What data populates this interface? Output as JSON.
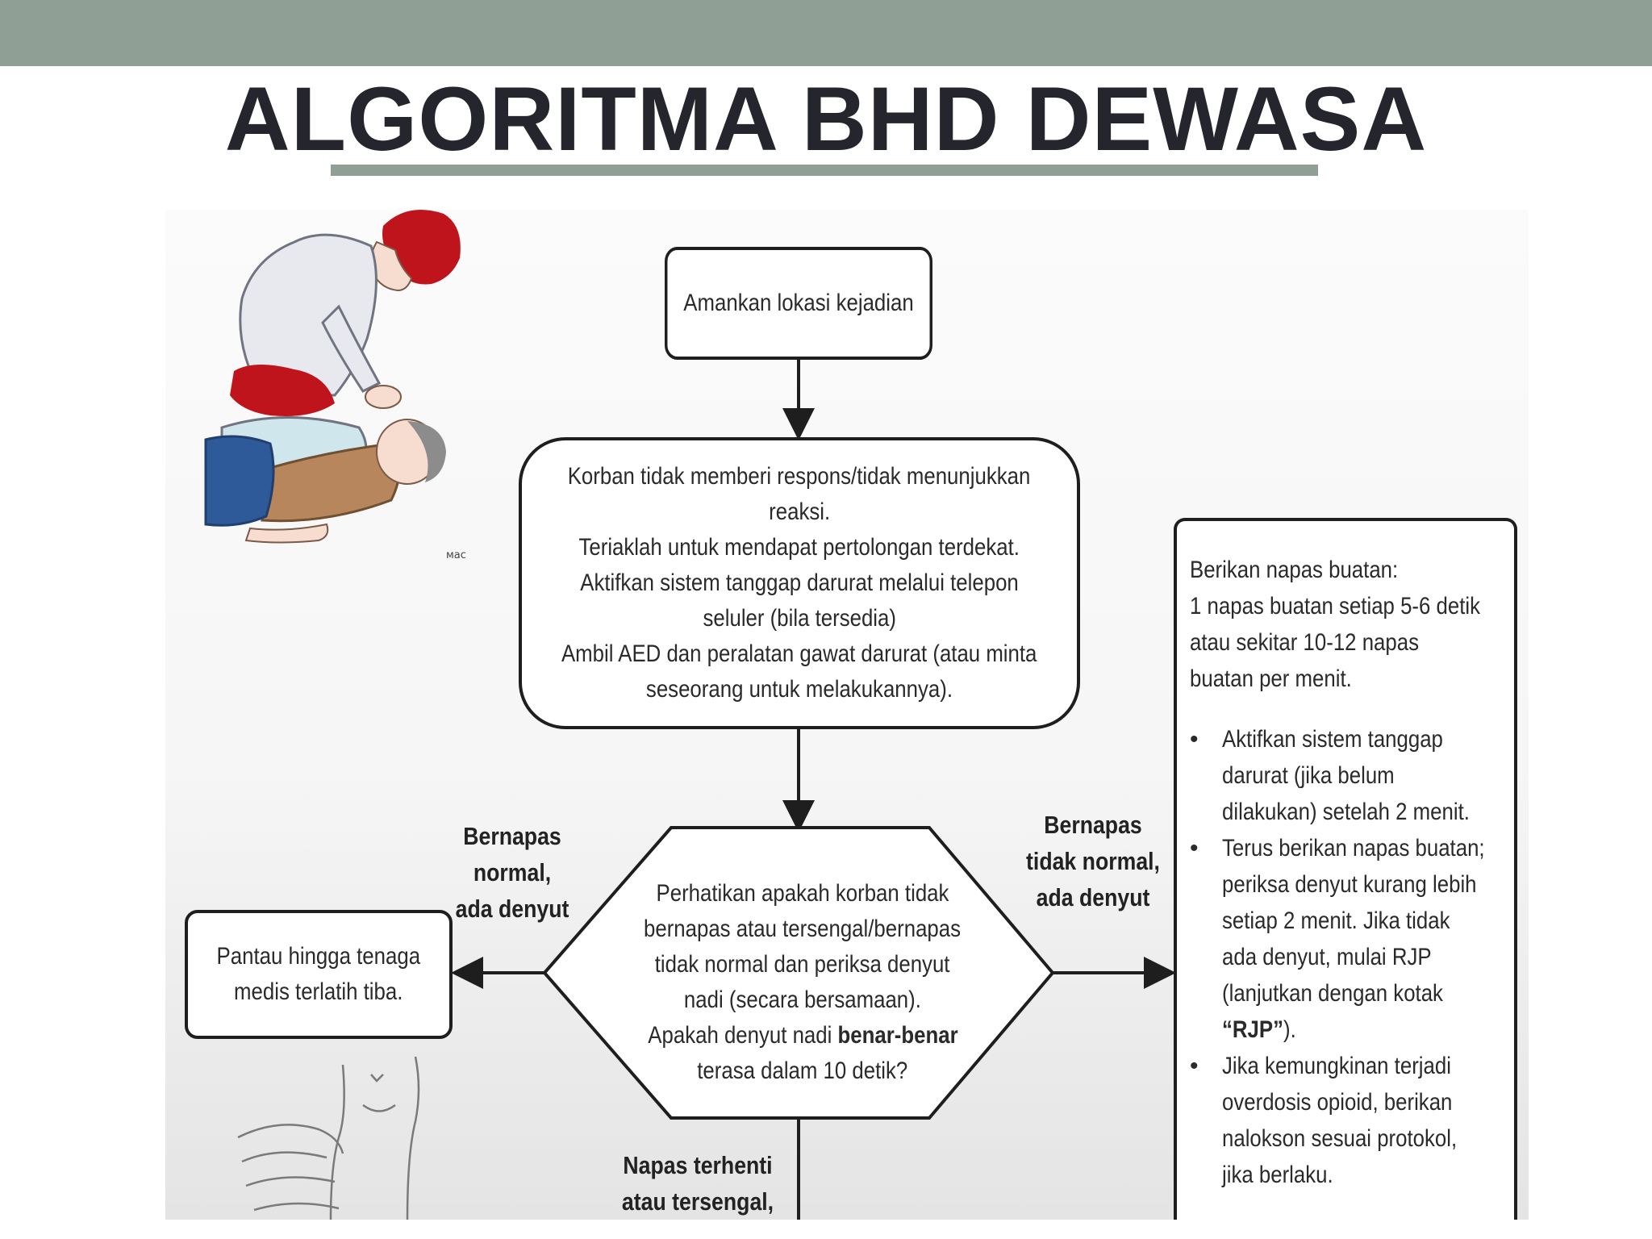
{
  "slide": {
    "title": "ALGORITMA BHD DEWASA"
  },
  "colors": {
    "band": "#909f95",
    "title": "#25262d",
    "stroke": "#1e1e1e"
  },
  "flowchart": {
    "start_box": "Amankan lokasi kejadian",
    "respond_box": [
      "Korban tidak memberi respons/tidak menunjukkan",
      "reaksi.",
      "Teriaklah untuk mendapat pertolongan terdekat.",
      "Aktifkan sistem tanggap darurat melalui telepon",
      "seluler (bila tersedia)",
      "Ambil AED dan peralatan gawat darurat (atau minta",
      "seseorang untuk melakukannya)."
    ],
    "decision": {
      "lines": [
        "Perhatikan apakah korban tidak",
        "bernapas atau tersengal/bernapas",
        "tidak normal dan periksa denyut",
        "nadi (secara bersamaan)."
      ],
      "question_prefix": "Apakah denyut nadi ",
      "question_bold": "benar-benar",
      "question_end": "terasa dalam 10 detik?"
    },
    "label_left": [
      "Bernapas",
      "normal,",
      "ada denyut"
    ],
    "label_right": [
      "Bernapas",
      "tidak normal,",
      "ada denyut"
    ],
    "label_bottom": [
      "Napas terhenti",
      "atau tersengal,"
    ],
    "monitor_box": [
      "Pantau hingga tenaga",
      "medis terlatih tiba."
    ],
    "rescue_box": {
      "intro": [
        "Berikan napas buatan:",
        "1 napas buatan setiap 5-6 detik",
        "atau sekitar 10-12 napas",
        "buatan per menit."
      ],
      "bullet_symbol": "•",
      "bullets": [
        [
          "Aktifkan sistem tanggap",
          "darurat (jika belum",
          "dilakukan) setelah 2 menit."
        ],
        [
          "Terus berikan napas buatan;",
          "periksa denyut kurang lebih",
          "setiap 2 menit. Jika tidak",
          "ada denyut, mulai RJP",
          "(lanjutkan dengan kotak"
        ],
        [
          "Jika kemungkinan terjadi",
          "overdosis opioid, berikan",
          "nalokson sesuai protokol,",
          "jika berlaku."
        ]
      ],
      "rjp_ref_bold": "“RJP”",
      "rjp_ref_end": ")."
    },
    "illustration_mark": "мас"
  }
}
